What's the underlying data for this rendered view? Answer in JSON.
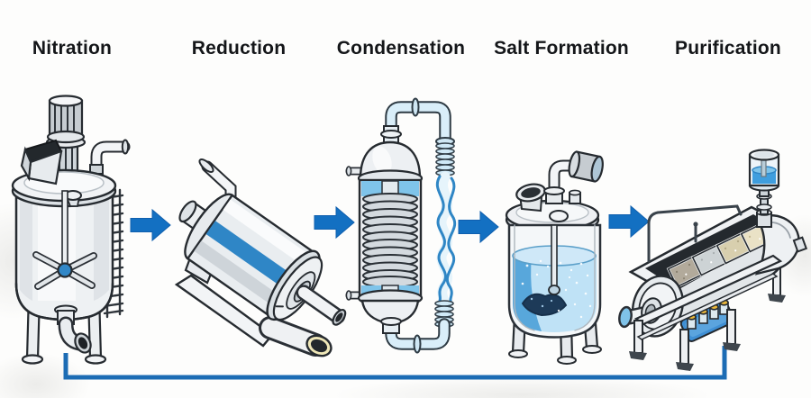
{
  "diagram": {
    "stages": [
      {
        "label": "Nitration",
        "equipment": "stirred-tank-reactor"
      },
      {
        "label": "Reduction",
        "equipment": "rotary-drum-vessel"
      },
      {
        "label": "Condensation",
        "equipment": "coil-condenser-column"
      },
      {
        "label": "Salt Formation",
        "equipment": "crystallizer-tank"
      },
      {
        "label": "Purification",
        "equipment": "tray-filter-machine"
      }
    ],
    "flow": {
      "direction": "left-to-right",
      "arrow_count": 4,
      "recycle_line": "purification-to-nitration"
    },
    "colors": {
      "arrow": "#1370c2",
      "flow_line": "#1c6cb4",
      "accent_blue": "#2f86c6",
      "liquid_light": "#bfe2f6",
      "liquid_mid": "#7fc4ea",
      "liquid_dark": "#58a7db",
      "salt_precipitate": "#1d3a58",
      "outline": "#262b30",
      "background": "#fdfdfc"
    }
  }
}
